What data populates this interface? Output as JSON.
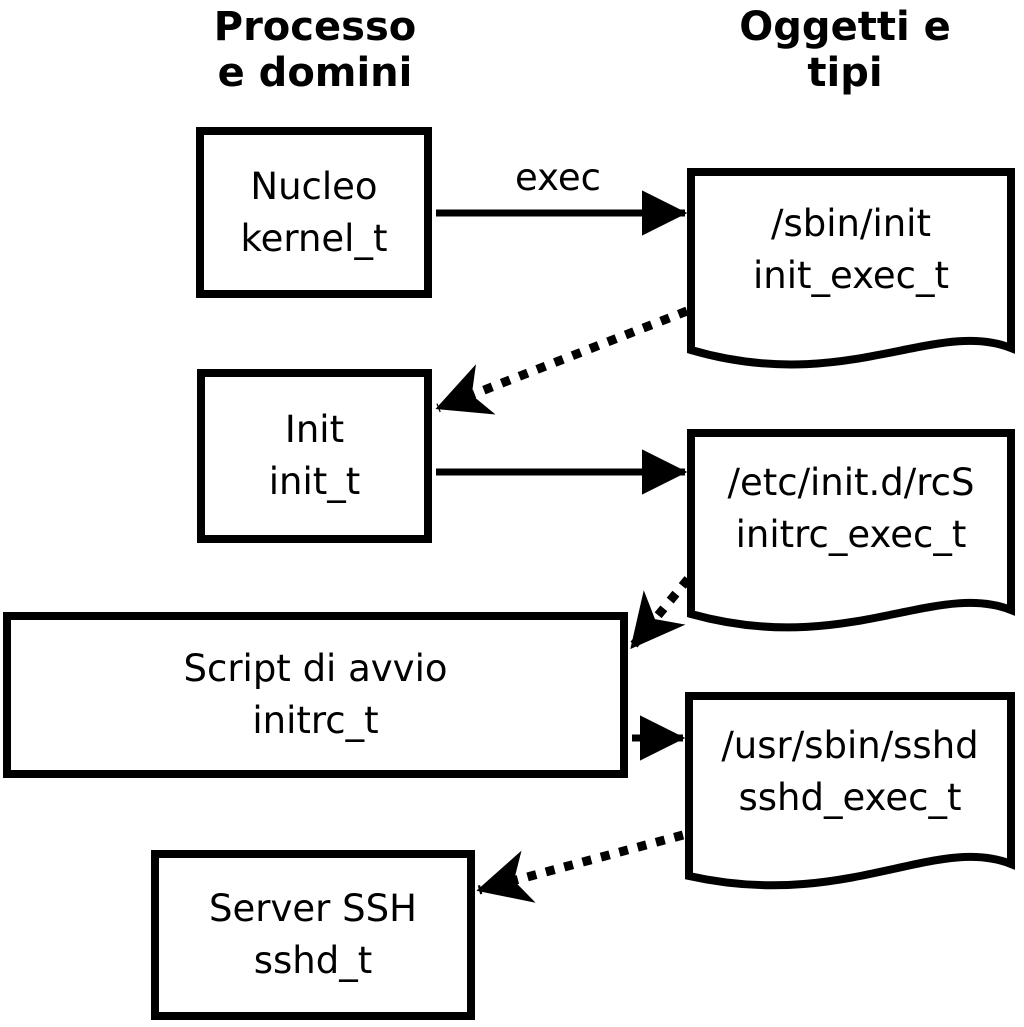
{
  "diagram": {
    "title_columns": {
      "left": {
        "line1": "Processo",
        "line2": "e domini"
      },
      "right": {
        "line1": "Oggetti e",
        "line2": "tipi"
      }
    },
    "edge_label_exec": "exec",
    "processes": [
      {
        "name": "Nucleo",
        "type": "kernel_t"
      },
      {
        "name": "Init",
        "type": "init_t"
      },
      {
        "name": "Script di avvio",
        "type": "initrc_t"
      },
      {
        "name": "Server SSH",
        "type": "sshd_t"
      }
    ],
    "objects": [
      {
        "path": "/sbin/init",
        "type": "init_exec_t"
      },
      {
        "path": "/etc/init.d/rcS",
        "type": "initrc_exec_t"
      },
      {
        "path": "/usr/sbin/sshd",
        "type": "sshd_exec_t"
      }
    ],
    "colors": {
      "foreground": "#000000",
      "background": "#ffffff"
    }
  }
}
